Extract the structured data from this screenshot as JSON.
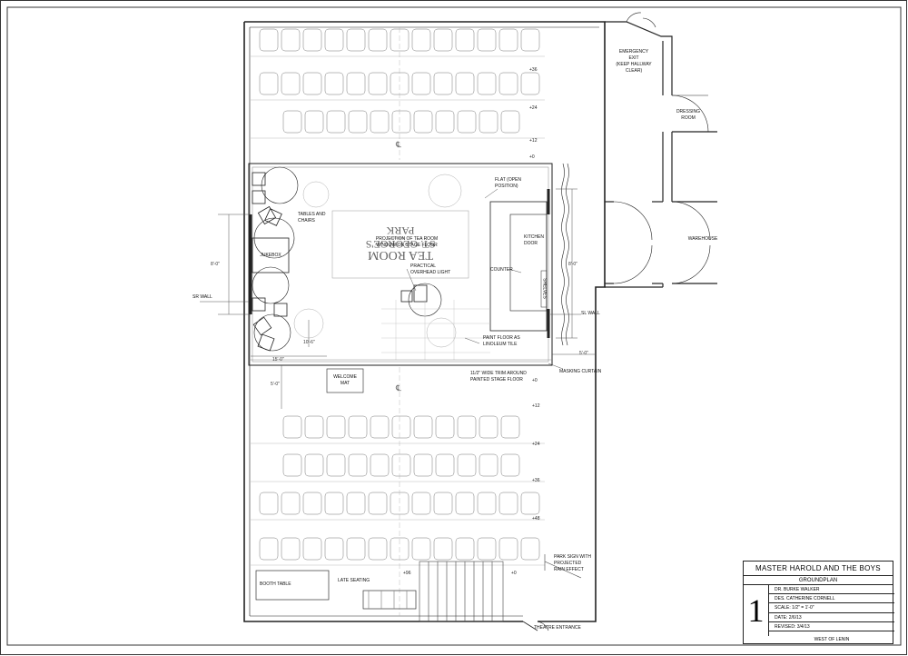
{
  "drawing": {
    "labels": {
      "emergency_exit": "EMERGENCY\nEXIT\n(KEEP HALLWAY\nCLEAR)",
      "dressing_room": "DRESSING\nROOM",
      "warehouse": "WAREHOUSE",
      "flat": "FLAT (OPEN\nPOSITION)",
      "kitchen_door": "KITCHEN\nDOOR",
      "counter": "COUNTER",
      "shelves": "SHELVES",
      "tables_chairs": "TABLES AND\nCHAIRS",
      "jukebox": "JUKEBOX",
      "projection": "PROJECTION OF TEA ROOM\nWINDOW ON STAGE FLOOR",
      "sign_line1": "ST. GEORGE'S PARK",
      "sign_line2": "TEA ROOM",
      "practical_light": "PRACTICAL\nOVERHEAD LIGHT",
      "sr_wall": "SR WALL",
      "sl_wall": "SL WALL",
      "paint_floor": "PAINT FLOOR AS\nLINOLEUM TILE",
      "trim": "11/2\" WIDE TRIM AROUND\nPAINTED STAGE FLOOR",
      "masking": "MASKING CURTAIN",
      "welcome_mat": "WELCOME\nMAT",
      "booth_table": "BOOTH TABLE",
      "late_seating": "LATE SEATING",
      "park_sign": "PARK SIGN WITH\nPROJECTED\nRAIN EFFECT",
      "theatre_entrance": "THEATRE ENTRANCE"
    },
    "rows_top": [
      "+36",
      "+24",
      "+12",
      "+0"
    ],
    "rows_bottom": [
      "+0",
      "+12",
      "+24",
      "+36",
      "+48",
      "+96",
      "+0"
    ],
    "dims": {
      "stage_depth": "8'-0\"",
      "kitchen_depth": "8'-0\"",
      "stage_width": "15'-0\"",
      "jukebox_offset": "10'-6\"",
      "front_gap": "5'-0\"",
      "curtain_gap": "5'-0\""
    },
    "centerline": "℄"
  },
  "title_block": {
    "title": "MASTER HAROLD AND THE BOYS",
    "subtitle": "GROUNDPLAN",
    "sheet_number": "1",
    "director": "DR. BURKE WALKER",
    "designer": "DES. CATHERINE CORNELL",
    "scale": "SCALE: 1/2\" = 1'-0\"",
    "date": "DATE: 2/6/13",
    "revised": "REVISED: 3/4/13",
    "footer": "WEST OF LENIN"
  }
}
